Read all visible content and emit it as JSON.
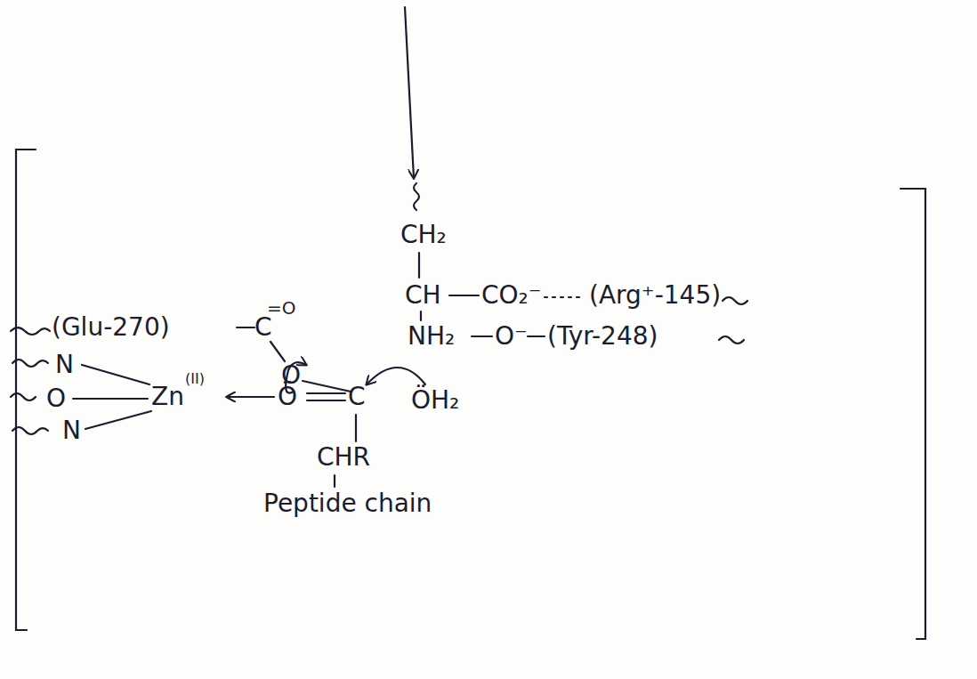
{
  "diagram": {
    "labels": [
      "CH₂",
      "CH",
      "CO₂⁻",
      "(Arg⁺-145)",
      "(Glu-270)",
      "C",
      "=O",
      "NH₂",
      "O⁻",
      "(Tyr-248)",
      "O",
      "N",
      "O",
      "N",
      "Zn",
      "(II)",
      "Ö",
      "C",
      "ÖH₂",
      "CHR",
      "Peptide chain"
    ]
  }
}
